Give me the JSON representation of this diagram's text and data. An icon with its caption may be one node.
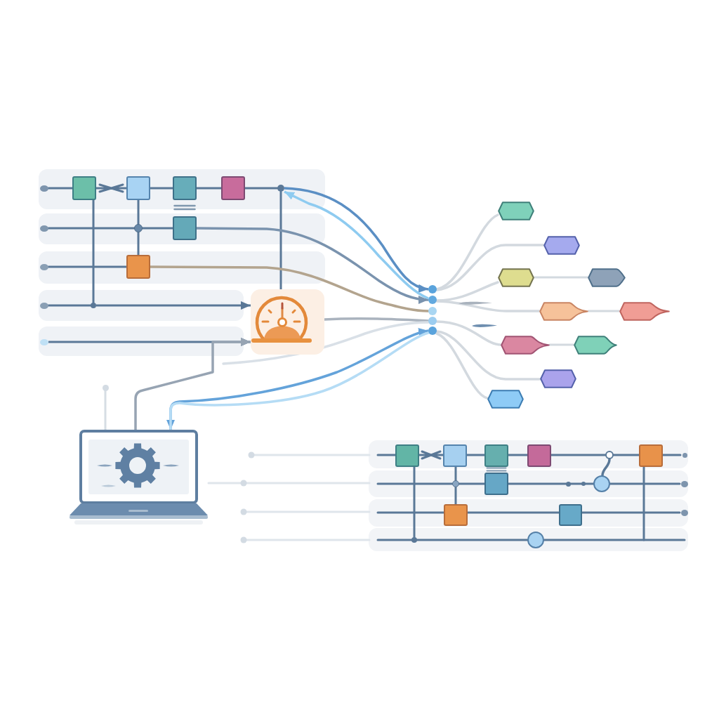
{
  "diagram": {
    "nodes": [
      {
        "text": [],
        "shape": "box"
      },
      {
        "text": [],
        "shape": "box"
      },
      {
        "text": [],
        "shape": "box"
      },
      {
        "text": [],
        "shape": "box"
      },
      {
        "text": [],
        "shape": "box"
      },
      {
        "text": [],
        "shape": "box"
      },
      {
        "text": [],
        "shape": "circle"
      },
      {
        "text": [],
        "shape": "circle"
      },
      {
        "text": [],
        "shape": "circle"
      },
      {
        "text": [],
        "shape": "picture"
      },
      {
        "text": [],
        "shape": "circle"
      },
      {
        "text": [],
        "shape": "circle"
      },
      {
        "text": [],
        "shape": "circle"
      },
      {
        "text": [],
        "shape": "circle"
      },
      {
        "text": [],
        "shape": "circle"
      },
      {
        "text": [],
        "shape": "hexagon"
      },
      {
        "text": [],
        "shape": "hexagon"
      },
      {
        "text": [],
        "shape": "hexagon"
      },
      {
        "text": [],
        "shape": "tag"
      },
      {
        "text": [],
        "shape": "tag"
      },
      {
        "text": [],
        "shape": "tag"
      },
      {
        "text": [],
        "shape": "tag"
      },
      {
        "text": [],
        "shape": "tag"
      },
      {
        "text": [],
        "shape": "hexagon"
      },
      {
        "text": [],
        "shape": "hexagon"
      },
      {
        "text": [],
        "shape": "picture"
      },
      {
        "text": [],
        "shape": "box"
      },
      {
        "text": [],
        "shape": "box"
      },
      {
        "text": [],
        "shape": "box"
      },
      {
        "text": [],
        "shape": "box"
      },
      {
        "text": [],
        "shape": "circle"
      },
      {
        "text": [],
        "shape": "box"
      },
      {
        "text": [],
        "shape": "circle"
      },
      {
        "text": [],
        "shape": "box"
      },
      {
        "text": [],
        "shape": "circle"
      },
      {
        "text": [],
        "shape": "box"
      },
      {
        "text": [],
        "shape": "box"
      },
      {
        "text": [],
        "shape": "circle"
      },
      {
        "text": [],
        "shape": "circle"
      }
    ],
    "edges": [
      {
        "from": null,
        "to": 0,
        "arrow": "none"
      },
      {
        "from": 0,
        "to": 1,
        "arrow": "none"
      },
      {
        "from": 1,
        "to": 2,
        "arrow": "none"
      },
      {
        "from": 2,
        "to": 3,
        "arrow": "none"
      },
      {
        "from": 3,
        "to": 8,
        "arrow": "none"
      },
      {
        "from": 8,
        "to": 9,
        "arrow": "none"
      },
      {
        "from": 8,
        "to": 10,
        "arrow": "to",
        "color": "#5b8fc4"
      },
      {
        "from": null,
        "to": 6,
        "arrow": "none"
      },
      {
        "from": 6,
        "to": 4,
        "arrow": "none"
      },
      {
        "from": 4,
        "to": 11,
        "arrow": "to",
        "color": "#7a93ae"
      },
      {
        "from": null,
        "to": 5,
        "arrow": "none"
      },
      {
        "from": 5,
        "to": 12,
        "arrow": "none",
        "color": "#b3a48e"
      },
      {
        "from": null,
        "to": 7,
        "arrow": "none"
      },
      {
        "from": 7,
        "to": 9,
        "arrow": "to"
      },
      {
        "from": null,
        "to": 9,
        "arrow": "to"
      },
      {
        "from": 0,
        "to": 7,
        "arrow": "none"
      },
      {
        "from": 1,
        "to": 6,
        "arrow": "none"
      },
      {
        "from": 6,
        "to": 5,
        "arrow": "none"
      },
      {
        "from": 25,
        "to": 9,
        "arrow": "to",
        "color": "#97a4b3"
      },
      {
        "from": 11,
        "to": 8,
        "arrow": "to",
        "color": "#8ecbf0"
      },
      {
        "from": 9,
        "to": 13,
        "arrow": "none",
        "color": "#aab3be"
      },
      {
        "from": null,
        "to": 13,
        "arrow": "none",
        "color": "#d9e0e7"
      },
      {
        "from": 25,
        "to": 14,
        "arrow": "both",
        "color": "#64a3da"
      },
      {
        "from": 25,
        "to": 14,
        "arrow": "none",
        "color": "#b5dcf5"
      },
      {
        "from": null,
        "to": 25,
        "arrow": "none",
        "color": "#d6dde4"
      },
      {
        "from": 10,
        "to": 15,
        "arrow": "none",
        "color": "#d3d9df"
      },
      {
        "from": 10,
        "to": 16,
        "arrow": "none",
        "color": "#d3d9df"
      },
      {
        "from": 11,
        "to": 17,
        "arrow": "none",
        "color": "#d3d9df"
      },
      {
        "from": 11,
        "to": 19,
        "arrow": "none",
        "color": "#d3d9df"
      },
      {
        "from": 13,
        "to": 21,
        "arrow": "none",
        "color": "#d3d9df"
      },
      {
        "from": 14,
        "to": 23,
        "arrow": "none",
        "color": "#d3d9df"
      },
      {
        "from": 14,
        "to": 24,
        "arrow": "none",
        "color": "#d3d9df"
      },
      {
        "from": 17,
        "to": 18,
        "arrow": "none",
        "color": "#d3d9df"
      },
      {
        "from": 19,
        "to": 20,
        "arrow": "none",
        "color": "#d3d9df"
      },
      {
        "from": 21,
        "to": 22,
        "arrow": "none",
        "color": "#d3d9df"
      },
      {
        "from": null,
        "to": 26,
        "arrow": "none"
      },
      {
        "from": 26,
        "to": 27,
        "arrow": "none"
      },
      {
        "from": 27,
        "to": 28,
        "arrow": "none"
      },
      {
        "from": 28,
        "to": 29,
        "arrow": "none"
      },
      {
        "from": 29,
        "to": 30,
        "arrow": "none"
      },
      {
        "from": 30,
        "to": 31,
        "arrow": "none"
      },
      {
        "from": 31,
        "to": null,
        "arrow": "none"
      },
      {
        "from": null,
        "to": 32,
        "arrow": "none"
      },
      {
        "from": 32,
        "to": 33,
        "arrow": "none"
      },
      {
        "from": 33,
        "to": 34,
        "arrow": "none"
      },
      {
        "from": 34,
        "to": null,
        "arrow": "none"
      },
      {
        "from": null,
        "to": 35,
        "arrow": "none"
      },
      {
        "from": 35,
        "to": 36,
        "arrow": "none"
      },
      {
        "from": 36,
        "to": null,
        "arrow": "none"
      },
      {
        "from": null,
        "to": 37,
        "arrow": "none"
      },
      {
        "from": 37,
        "to": 38,
        "arrow": "none"
      },
      {
        "from": 38,
        "to": null,
        "arrow": "none"
      },
      {
        "from": 26,
        "to": 37,
        "arrow": "none"
      },
      {
        "from": 27,
        "to": 32,
        "arrow": "none"
      },
      {
        "from": 32,
        "to": 35,
        "arrow": "none"
      },
      {
        "from": 30,
        "to": 34,
        "arrow": "none"
      },
      {
        "from": 31,
        "to": null,
        "arrow": "none"
      }
    ]
  }
}
